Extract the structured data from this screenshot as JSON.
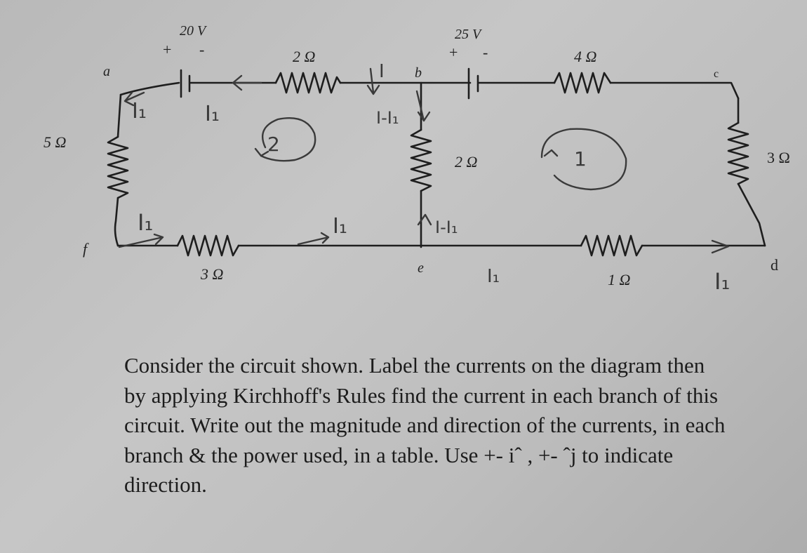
{
  "circuit": {
    "nodes": {
      "a": "a",
      "b": "b",
      "c": "c",
      "d": "d",
      "e": "e",
      "f": "f"
    },
    "batteries": {
      "left": {
        "value": "20 V",
        "plus": "+",
        "minus": "-"
      },
      "right": {
        "value": "25 V",
        "plus": "+",
        "minus": "-"
      }
    },
    "resistors": {
      "r_5": "5 Ω",
      "r_2_top": "2 Ω",
      "r_4": "4 Ω",
      "r_3_right": "3 Ω",
      "r_2_mid": "2 Ω",
      "r_3_bottom": "3 Ω",
      "r_1": "1 Ω"
    },
    "handwritten": {
      "loop_left": "2",
      "loop_right": "1",
      "i1_a": "I₁",
      "i1_b": "I₁",
      "i1_c": "I₁",
      "i1_d": "I₁",
      "i1_e": "I₁",
      "i1_f": "I₁",
      "i_minus_i1_top": "I-I₁",
      "i_minus_i1_bottom": "I-I₁",
      "i_near_b": "I"
    }
  },
  "question": "Consider the circuit shown. Label the currents on the diagram then by applying Kirchhoff's Rules find the current in each branch of this circuit. Write out the magnitude and direction of the currents, in each branch & the power used, in a table. Use +- iˆ , +- ˆj to indicate direction."
}
